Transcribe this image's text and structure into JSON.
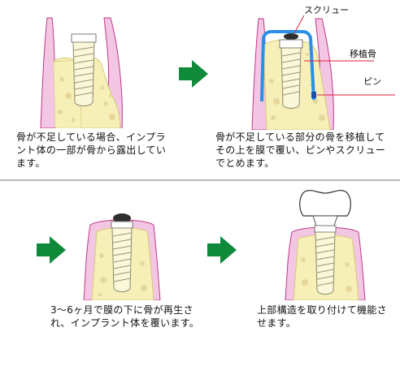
{
  "captions": {
    "step1": "骨が不足している場合、インプラント体の一部が骨から露出しています。",
    "step2": "骨が不足している部分の骨を移植してその上を膜で覆い、ピンやスクリューでとめます。",
    "step3": "3～6ヶ月で膜の下に骨が再生され、インプラント体を覆います。",
    "step4": "上部構造を取り付けて機能させます。"
  },
  "callouts": {
    "screw": "スクリュー",
    "graft": "移植骨",
    "pin": "ピン"
  },
  "colors": {
    "gum": "#f3c6e3",
    "gum_edge": "#c0388a",
    "bone": "#f6f0b8",
    "bone_edge": "#d8c978",
    "membrane": "#2a8fe6",
    "arrow": "#0f8a3a",
    "callout_line": "#e0203a"
  }
}
